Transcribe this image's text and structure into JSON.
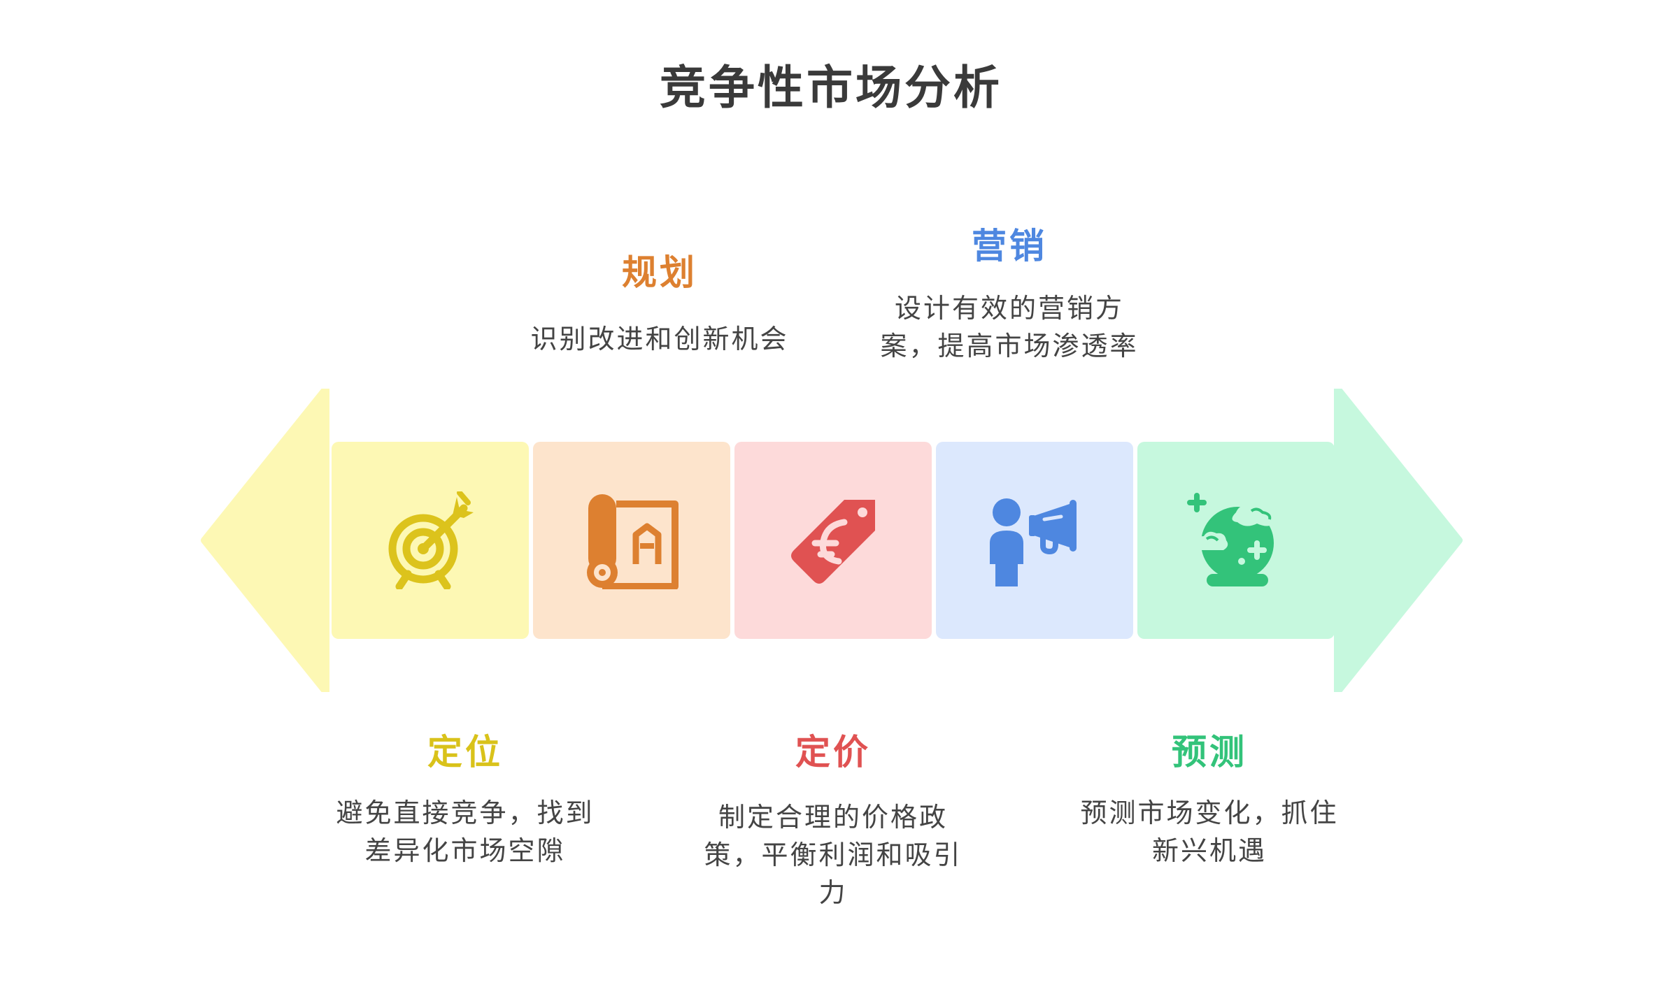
{
  "title": "竞争性市场分析",
  "colors": {
    "positioning": "#d9c21a",
    "planning": "#dd8030",
    "pricing": "#e05252",
    "marketing": "#4e87e0",
    "forecast": "#33c37a"
  },
  "stages": [
    {
      "key": "positioning",
      "heading": "定位",
      "desc_lines": [
        "避免直接竞争，找到",
        "差异化市场空隙"
      ],
      "icon": "target-icon"
    },
    {
      "key": "planning",
      "heading": "规划",
      "desc_lines": [
        "识别改进和创新机会"
      ],
      "icon": "blueprint-icon"
    },
    {
      "key": "pricing",
      "heading": "定价",
      "desc_lines": [
        "制定合理的价格政",
        "策，平衡利润和吸引",
        "力"
      ],
      "icon": "price-tag-icon"
    },
    {
      "key": "marketing",
      "heading": "营销",
      "desc_lines": [
        "设计有效的营销方",
        "案，提高市场渗透率"
      ],
      "icon": "megaphone-person-icon"
    },
    {
      "key": "forecast",
      "heading": "预测",
      "desc_lines": [
        "预测市场变化，抓住",
        "新兴机遇"
      ],
      "icon": "crystal-ball-icon"
    }
  ]
}
